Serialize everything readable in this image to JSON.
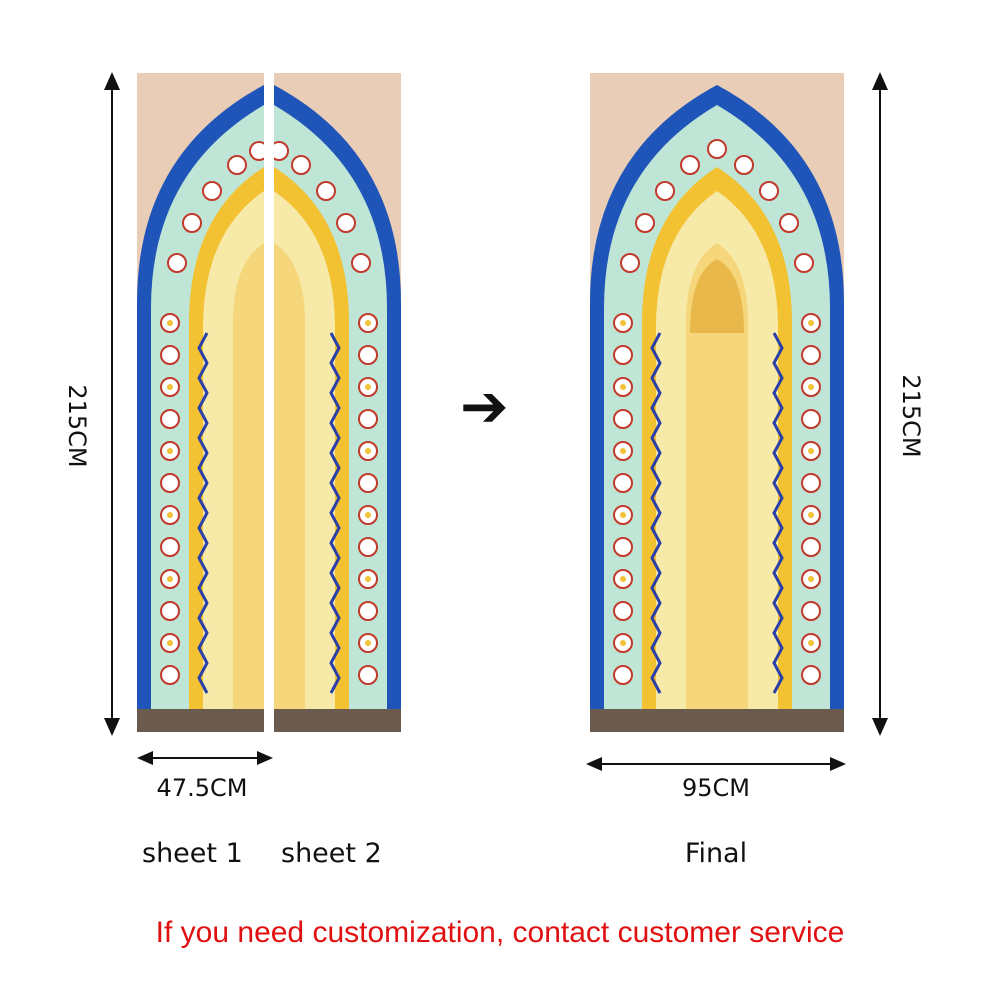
{
  "colors": {
    "wall": "#e9cdb6",
    "blue": "#1f55b8",
    "blue_dark": "#143f94",
    "mint": "#bfe5d6",
    "gold": "#f2c233",
    "cream": "#f7e9a8",
    "floor": "#6b5a4e",
    "red": "#e01010"
  },
  "left": {
    "height_label": "215CM",
    "width_label": "47.5CM",
    "sheet1_label": "sheet 1",
    "sheet2_label": "sheet 2"
  },
  "arrow_glyph": "➔",
  "right": {
    "height_label": "215CM",
    "width_label": "95CM",
    "final_label": "Final"
  },
  "footer_text": "If you need customization, contact customer service"
}
